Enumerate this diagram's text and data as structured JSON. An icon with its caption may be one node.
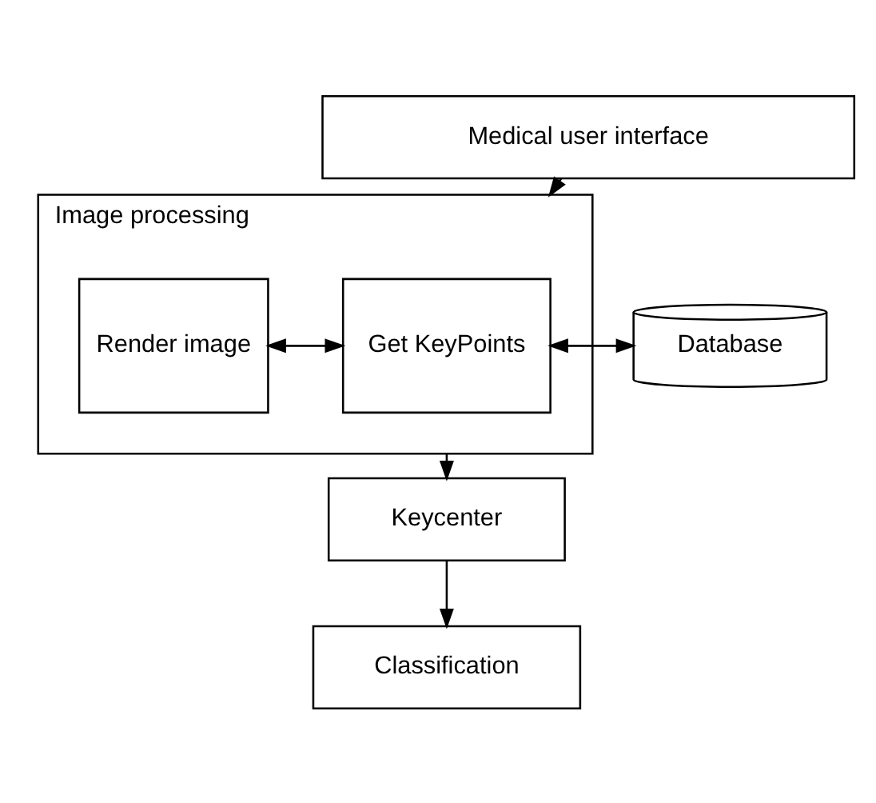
{
  "diagram": {
    "nodes": [
      {
        "text": [
          "Medical user interface"
        ]
      },
      {
        "text": [
          "Image processing"
        ]
      },
      {
        "text": [
          "Render image"
        ],
        "in": 1
      },
      {
        "text": [
          "Get KeyPoints"
        ],
        "in": 1
      },
      {
        "text": [
          "Database"
        ]
      },
      {
        "text": [
          "Keycenter"
        ]
      },
      {
        "text": [
          "Classification"
        ]
      }
    ],
    "edges": [
      {
        "from": 0,
        "to": 1,
        "arrow": "to"
      },
      {
        "from": 2,
        "to": 3,
        "arrow": "both"
      },
      {
        "from": 3,
        "to": 4,
        "arrow": "both"
      },
      {
        "from": 1,
        "to": 5,
        "arrow": "to"
      },
      {
        "from": 5,
        "to": 6,
        "arrow": "to"
      }
    ]
  }
}
